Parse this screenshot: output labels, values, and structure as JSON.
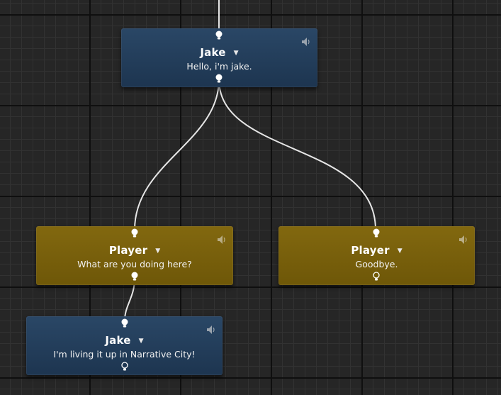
{
  "colors": {
    "canvas": "#262626",
    "grid_major": "#0f0f0f",
    "grid_minor": "#323232",
    "npc_node": "#223d5a",
    "player_node": "#7a620c",
    "wire": "#e6e6e6"
  },
  "nodes": {
    "root": {
      "speaker": "Jake",
      "text": "Hello, i'm jake.",
      "type": "npc"
    },
    "player_left": {
      "speaker": "Player",
      "text": "What are you doing here?",
      "type": "player"
    },
    "player_right": {
      "speaker": "Player",
      "text": "Goodbye.",
      "type": "player"
    },
    "jake_reply": {
      "speaker": "Jake",
      "text": "I'm living it up in Narrative City!",
      "type": "npc"
    }
  },
  "icons": {
    "dropdown": "caret-down-icon",
    "audio": "speaker-icon",
    "pin_connected": "filled-bulb-pin-icon",
    "pin_empty": "hollow-bulb-pin-icon"
  }
}
